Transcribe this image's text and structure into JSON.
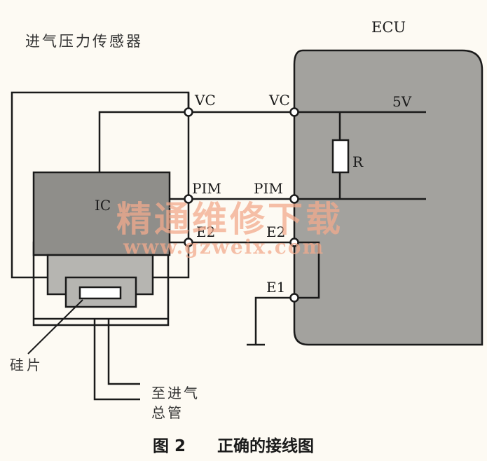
{
  "sensor": {
    "title": "进气压力传感器",
    "ic_label": "IC",
    "chip_label": "硅片",
    "manifold_label_line1": "至进气",
    "manifold_label_line2": "总管"
  },
  "ecu": {
    "title": "ECU",
    "supply_label": "5V",
    "resistor_label": "R"
  },
  "terminals": {
    "sensor_vc": "VC",
    "sensor_pim": "PIM",
    "sensor_e2": "E2",
    "ecu_vc": "VC",
    "ecu_pim": "PIM",
    "ecu_e2": "E2",
    "ecu_e1": "E1"
  },
  "watermark": {
    "line1": "精通维修下载",
    "line2": "www.gzweix.com"
  },
  "caption": {
    "figure_number": "图 2",
    "title": "正确的接线图"
  },
  "colors": {
    "ecu_fill": "#a3a29e",
    "ic_fill": "#8f8e8a",
    "housing_fill": "#b6b5b1",
    "line": "#1a1a1a",
    "watermark": "#f2a98c"
  }
}
